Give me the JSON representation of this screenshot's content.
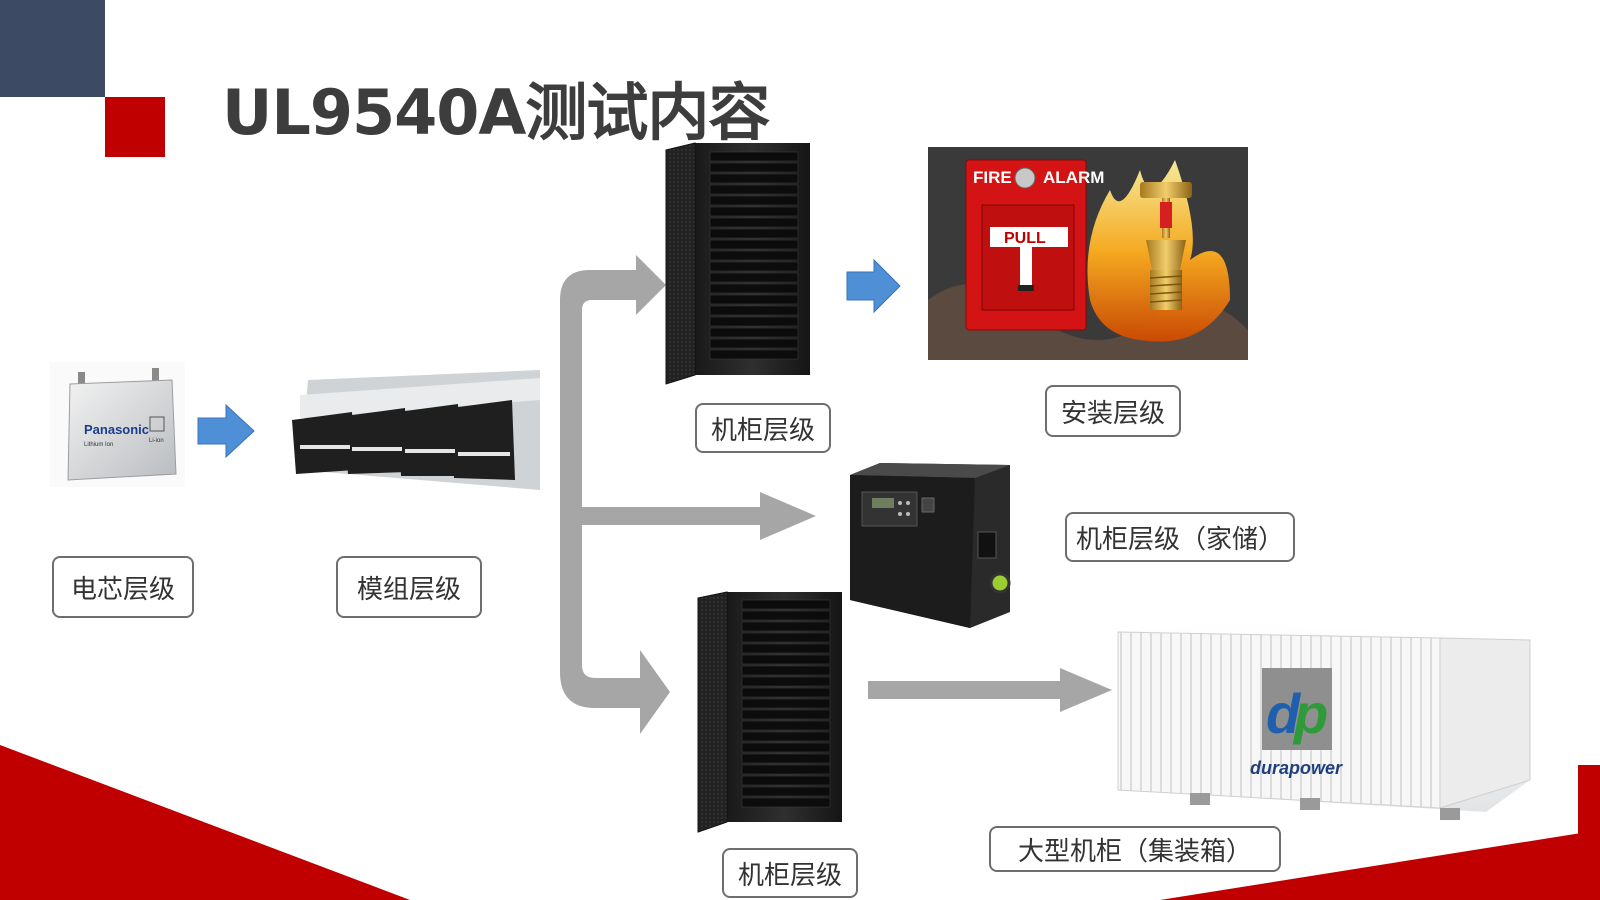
{
  "title": "UL9540A测试内容",
  "labels": {
    "cell": "电芯层级",
    "module": "模组层级",
    "rack_top": "机柜层级",
    "install": "安装层级",
    "home_storage": "机柜层级（家储）",
    "rack_bottom": "机柜层级",
    "container": "大型机柜（集装箱）"
  },
  "images": {
    "battery_brand": "Panasonic",
    "battery_sub": "Lithium Ion",
    "battery_mark": "Li-ion",
    "fire_alarm_left": "FIRE",
    "fire_alarm_right": "ALARM",
    "fire_alarm_pull": "PULL",
    "container_logo": "durapower"
  },
  "colors": {
    "navy": "#3c4a63",
    "red": "#c00000",
    "arrow_blue": "#4f8fd6",
    "arrow_grey": "#a6a6a6"
  }
}
